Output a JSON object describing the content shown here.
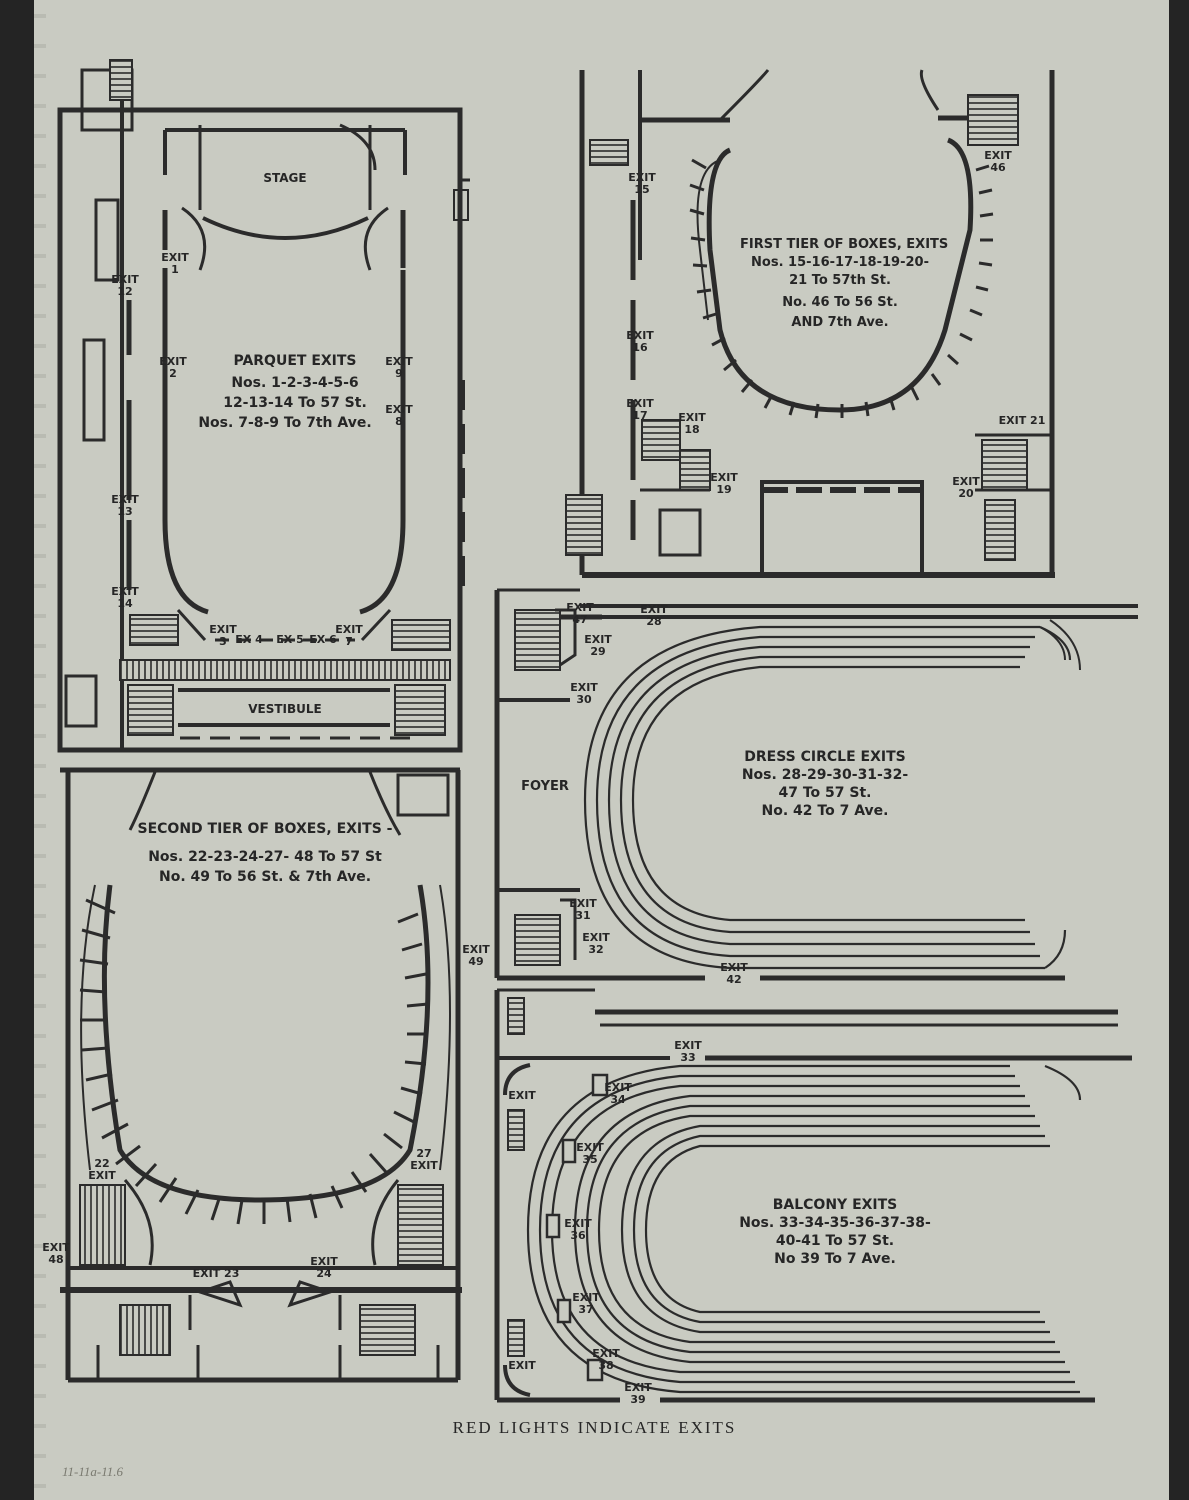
{
  "footer": {
    "title": "RED LIGHTS INDICATE EXITS",
    "pencil_note": "11-11a-11.6"
  },
  "parquet": {
    "stage": "STAGE",
    "vestibule": "VESTIBULE",
    "heading": "PARQUET EXITS",
    "line1": "Nos. 1-2-3-4-5-6",
    "line2": "12-13-14 To 57 St.",
    "line3": "Nos. 7-8-9 To 7th Ave.",
    "exits": [
      {
        "label": "EXIT 1"
      },
      {
        "label": "EXIT 2"
      },
      {
        "label": "EXIT 3"
      },
      {
        "label": "EX 4"
      },
      {
        "label": "EX 5"
      },
      {
        "label": "EX 6"
      },
      {
        "label": "EXIT 7"
      },
      {
        "label": "EXIT 8"
      },
      {
        "label": "EXIT 9"
      },
      {
        "label": "EXIT 12"
      },
      {
        "label": "EXIT 13"
      },
      {
        "label": "EXIT 14"
      }
    ]
  },
  "first_tier": {
    "heading": "FIRST TIER OF BOXES, EXITS",
    "line1": "Nos. 15-16-17-18-19-20-",
    "line2": "21 To 57th St.",
    "line3": "No. 46 To 56 St.",
    "line4": "AND 7th Ave.",
    "exits": [
      {
        "label": "EXIT 15"
      },
      {
        "label": "EXIT 16"
      },
      {
        "label": "EXIT 17"
      },
      {
        "label": "EXIT 18"
      },
      {
        "label": "EXIT 19"
      },
      {
        "label": "EXIT 20"
      },
      {
        "label": "EXIT 21"
      },
      {
        "label": "EXIT 46"
      }
    ]
  },
  "second_tier": {
    "heading": "SECOND TIER OF BOXES, EXITS -",
    "line1": "Nos. 22-23-24-27- 48 To 57 St",
    "line2": "No. 49 To 56 St. & 7th Ave.",
    "exits": [
      {
        "label": "22 EXIT"
      },
      {
        "label": "EXIT 23"
      },
      {
        "label": "EXIT 24"
      },
      {
        "label": "27 EXIT"
      },
      {
        "label": "EXIT 48"
      },
      {
        "label": "EXIT 49"
      }
    ]
  },
  "dress_circle": {
    "foyer": "FOYER",
    "heading": "DRESS CIRCLE EXITS",
    "line1": "Nos. 28-29-30-31-32-",
    "line2": "47 To 57 St.",
    "line3": "No. 42 To 7 Ave.",
    "exits": [
      {
        "label": "EXIT 47"
      },
      {
        "label": "EXIT 28"
      },
      {
        "label": "EXIT 29"
      },
      {
        "label": "EXIT 30"
      },
      {
        "label": "EXIT 31"
      },
      {
        "label": "EXIT 32"
      },
      {
        "label": "EXIT 42"
      }
    ]
  },
  "balcony": {
    "heading": "BALCONY EXITS",
    "line1": "Nos. 33-34-35-36-37-38-",
    "line2": "40-41 To 57 St.",
    "line3": "No 39 To 7 Ave.",
    "exits": [
      {
        "label": "EXIT 33"
      },
      {
        "label": "EXIT 34"
      },
      {
        "label": "EXIT 35"
      },
      {
        "label": "EXIT 36"
      },
      {
        "label": "EXIT 37"
      },
      {
        "label": "EXIT 38"
      },
      {
        "label": "EXIT 39"
      },
      {
        "label": "EXIT"
      },
      {
        "label": "EXIT"
      }
    ]
  }
}
